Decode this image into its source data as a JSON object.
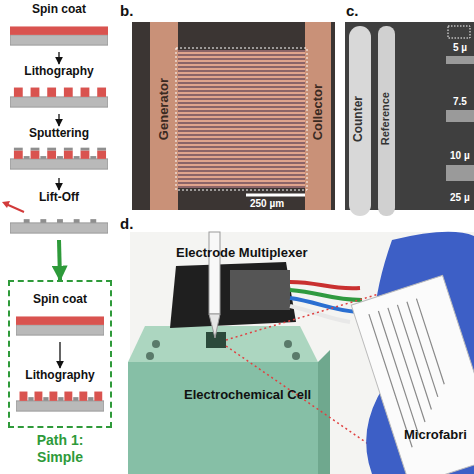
{
  "diagram": {
    "nodes": [
      {
        "text": [
          "Spin coat"
        ]
      },
      {
        "text": [
          "Lithography"
        ]
      },
      {
        "text": [
          "Sputtering"
        ]
      },
      {
        "text": [
          "Lift-Off"
        ]
      },
      {
        "text": [
          "Path 1: Simple"
        ]
      },
      {
        "text": [
          "Spin coat"
        ],
        "in": 4
      },
      {
        "text": [
          "Lithography"
        ],
        "in": 4
      }
    ],
    "edges": [
      {
        "from": 0,
        "to": 1,
        "arrow": "to"
      },
      {
        "from": 1,
        "to": 2,
        "arrow": "to"
      },
      {
        "from": 2,
        "to": 3,
        "arrow": "to"
      },
      {
        "from": 3,
        "to": 4,
        "arrow": "to"
      },
      {
        "from": 5,
        "to": 6,
        "arrow": "to"
      }
    ],
    "labels": [
      "b.",
      "Generator",
      "Collector",
      "250 µm",
      "c.",
      "Counter",
      "Reference",
      "5 µ",
      "7.5",
      "10 µ",
      "25 µ",
      "d.",
      "Electrode Multiplexer",
      "Electrochemical Cell",
      "Microfabri"
    ]
  }
}
